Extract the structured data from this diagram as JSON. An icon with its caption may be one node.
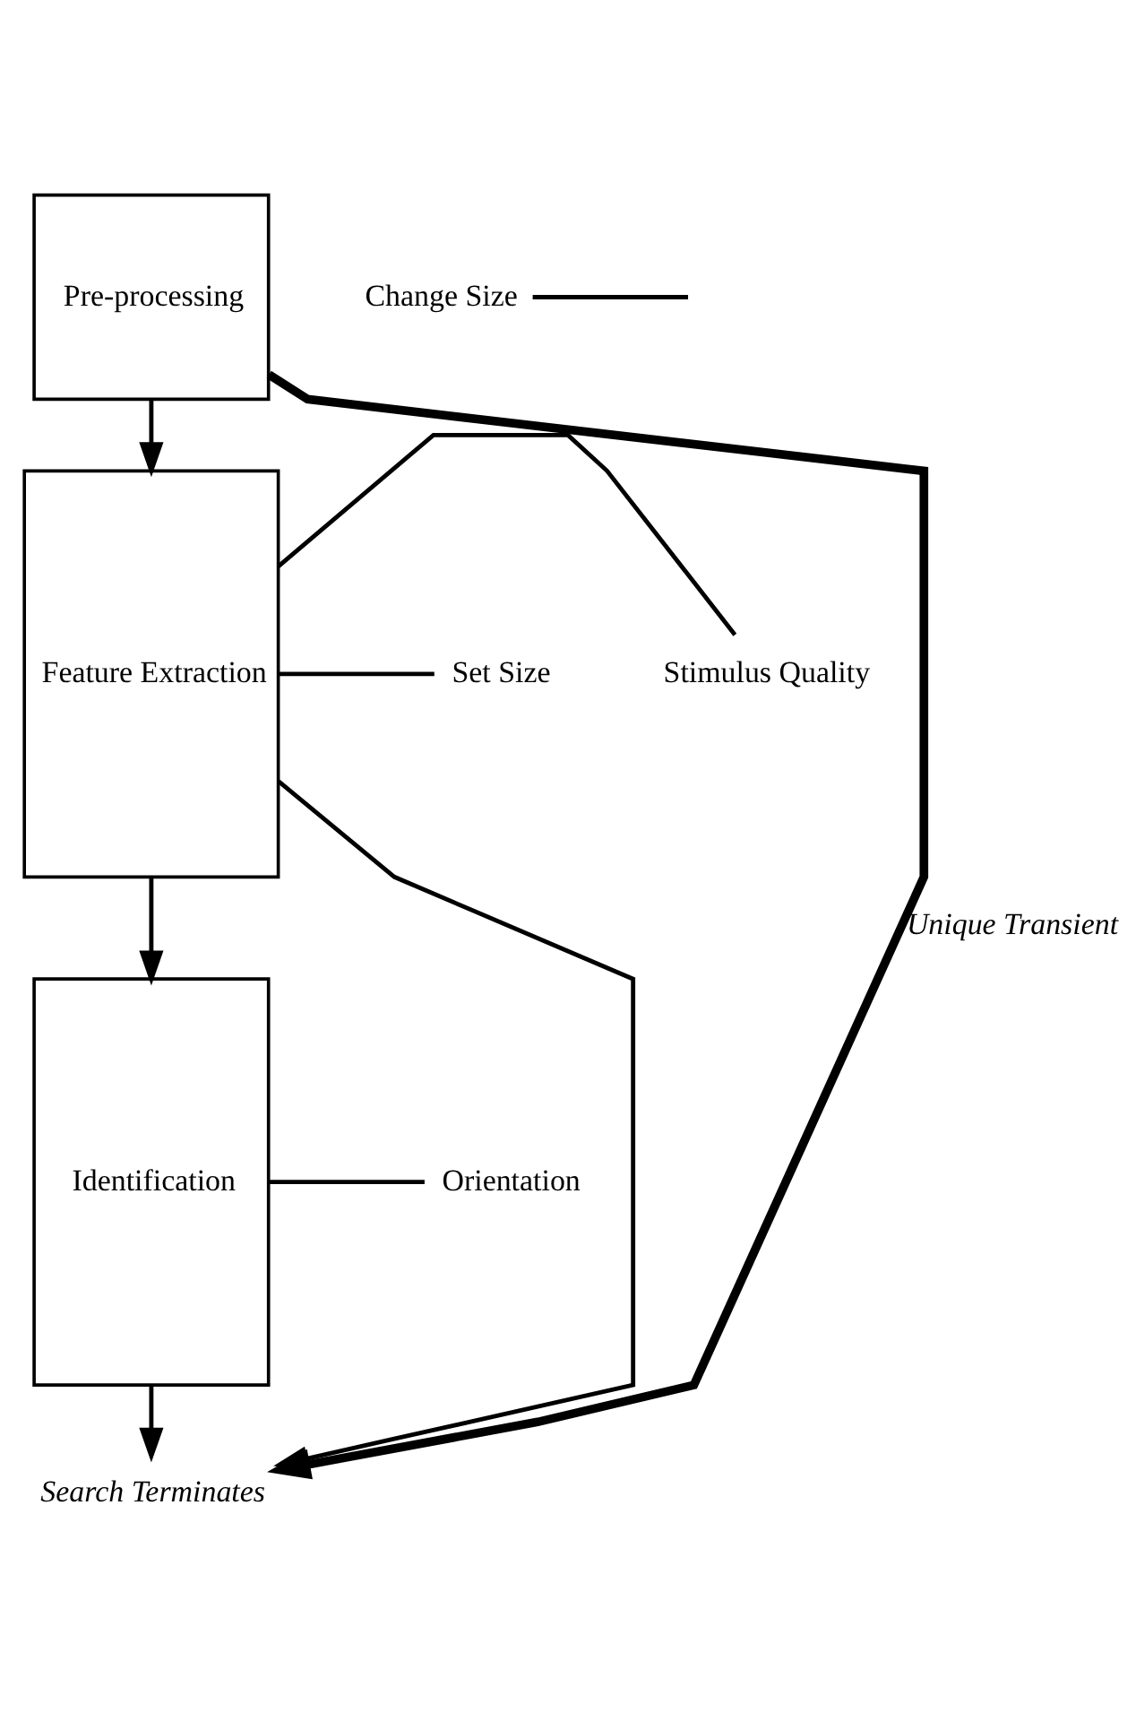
{
  "diagram": {
    "nodes": [
      {
        "text": [
          "Pre-processing"
        ]
      },
      {
        "text": [
          "Feature Extraction"
        ]
      },
      {
        "text": [
          "Identification"
        ]
      },
      {
        "text": [
          "Search Terminates"
        ]
      },
      {
        "text": [
          "Stimulus Quality"
        ]
      },
      {
        "text": [
          "Set Size"
        ]
      },
      {
        "text": [
          "Change Size"
        ]
      },
      {
        "text": [
          "Orientation"
        ]
      }
    ],
    "edges": [
      {
        "from": 0,
        "to": 1,
        "arrow": "to"
      },
      {
        "from": 1,
        "to": 2,
        "arrow": "to"
      },
      {
        "from": 2,
        "to": 3,
        "arrow": "to"
      },
      {
        "from": 0,
        "to": 3,
        "arrow": "to",
        "style": "thick",
        "label": "Unique Transient"
      },
      {
        "from": 1,
        "to": 3,
        "arrow": "to"
      },
      {
        "from": 1,
        "to": 4,
        "arrow": "none"
      },
      {
        "from": 1,
        "to": 5,
        "arrow": "none"
      },
      {
        "from": 6,
        "to": null,
        "arrow": "none"
      },
      {
        "from": 2,
        "to": 7,
        "arrow": "none"
      }
    ]
  }
}
